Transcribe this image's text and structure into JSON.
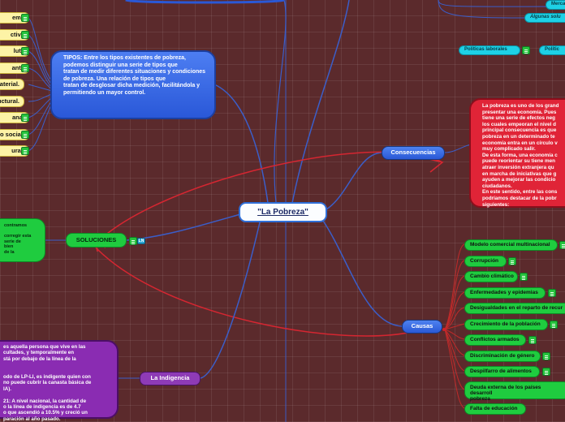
{
  "central": {
    "title": "\"La Pobreza\""
  },
  "tipos": {
    "items": [
      "ema",
      "ctiva",
      "luta",
      "antil",
      "material.",
      "uctural.",
      "ana.",
      "o social.",
      "ural."
    ],
    "note": "TIPOS: Entre los tipos existentes de pobreza, podemos distinguir una serie de tipos que\ntratan de medir diferentes situaciones y condiciones de pobreza. Una relación de tipos que\ntratan de desglosar dicha medición, facilitándola y permitiendo un mayor control."
  },
  "consecuencias": {
    "label": "Consecuencias",
    "note": "La pobreza es uno de los grand\npresentar una economía. Pues\ntiene una serie de efectos neg\nlos cuales empeoran el nivel d\nprincipal consecuencia es que\npobreza en un determinado te\neconomía entra en un círculo v\nmuy complicado salir.\nDe esta forma, una economía c\npuede reorientar su tiene men\natraer inversión extranjera qu\nen marcha de iniciativas que g\nayuden a mejorar las condicio\nciudadanos.\nEn este sentido, entre las cons\npodríamos destacar de la pobr\nsiguientes:"
  },
  "top_right": {
    "mercado": "Mercad",
    "algunas": "Algunas solu",
    "politicas_laborales": "Políticas laborales",
    "politicas_2": "Polític"
  },
  "causas": {
    "label": "Causas",
    "items": [
      "Modelo comercial multinacional",
      "Corrupción",
      "Cambio climático",
      "Enfermedades y epidemias",
      "Desigualdades en el reparto de recur",
      "Crecimiento de la población",
      "Conflictos armados",
      "Discriminación de género",
      "Despilfarro de alimentos",
      "Deuda externa de los países desarroll\npobreza",
      "Falta de educación"
    ]
  },
  "soluciones": {
    "label": "SOLUCIONES",
    "note": "contramos\n\ncorregir esta\nserie de\nbien\nde la",
    "link_glyph": "LN"
  },
  "indigencia": {
    "label": "La Indigencia",
    "note": "es aquella persona que vive en las\ncultades, y temporalmente en\nstá por debajo de la línea de la\n\n\nodo de LP-LI, es indigente quien con\nno puede cubrir la canasta básica de\nIA).\n\n21: A nivel nacional, la cantidad de\no la línea de indigencia es de 4.7\no que ascendió a 10.5% y creció un\nparación al año pasado."
  },
  "colors": {
    "background": "#5b2a2c",
    "blue": "#2f6fd8",
    "red": "#e02437",
    "green": "#1fcc3f",
    "yellow": "#fdf3a6",
    "purple": "#8a2cb2",
    "cyan": "#1ed1e6"
  }
}
